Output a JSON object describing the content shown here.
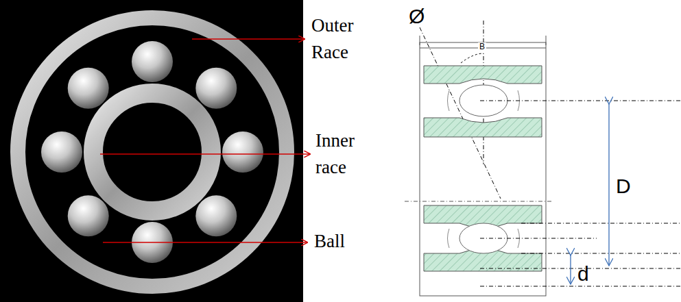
{
  "diagram": {
    "labels": [
      "Outer Race",
      "Inner race",
      "Ball",
      "Ø",
      "B",
      "D",
      "d"
    ]
  }
}
